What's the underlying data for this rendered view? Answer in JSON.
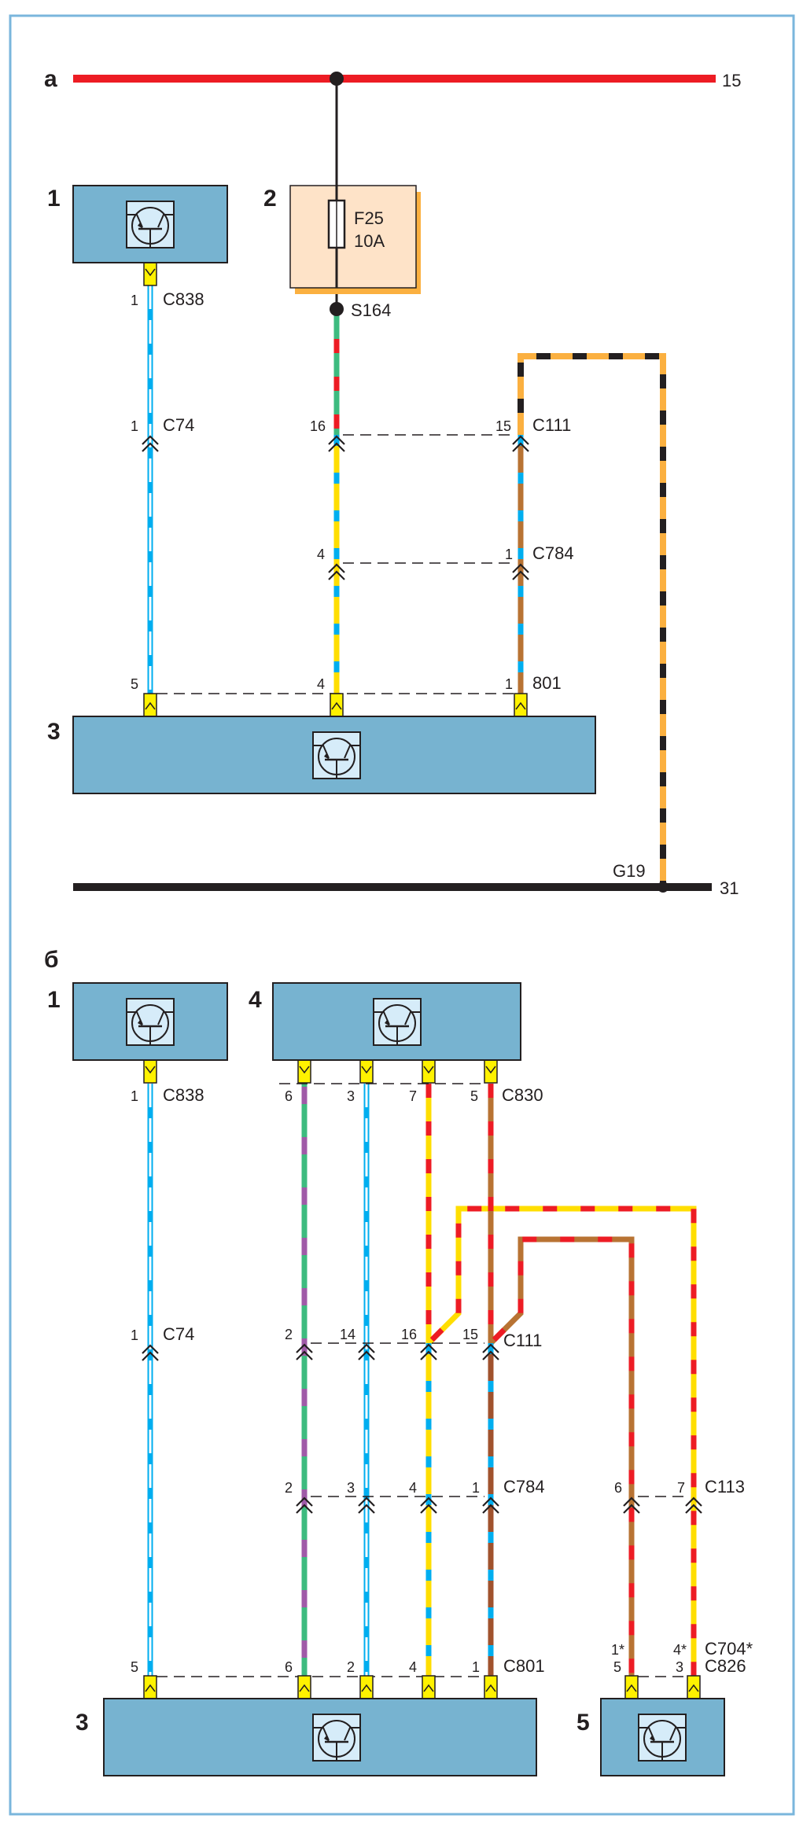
{
  "diagram": {
    "sections": [
      {
        "id": "a",
        "label": "а"
      },
      {
        "id": "b",
        "label": "б"
      }
    ],
    "colors": {
      "red": "#ed1c24",
      "black": "#231f20",
      "blue": "#00aeef",
      "white": "#ffffff",
      "green": "#3dbb7f",
      "yellow": "#ffde00",
      "brown": "#b87333",
      "dark_brown": "#a0522d",
      "orange": "#fbb040",
      "purple": "#a05aa8",
      "module_fill": "#77b3d0",
      "fuse_box_fill": "#fee3c8",
      "frame": "#7ab6dc"
    },
    "section_a": {
      "power_bus": {
        "terminal": "15",
        "color": "red"
      },
      "ground_bus": {
        "terminal": "31",
        "ground_point": "G19"
      },
      "components": [
        {
          "num": "1",
          "type": "module"
        },
        {
          "num": "2",
          "type": "fuse_box",
          "fuse": "F25",
          "rating": "10A"
        },
        {
          "num": "3",
          "type": "module"
        }
      ],
      "splice": "S164",
      "connectors": [
        {
          "name": "C838",
          "pins": [
            "1"
          ]
        },
        {
          "name": "C74",
          "pins": [
            "1"
          ]
        },
        {
          "name": "C111",
          "pins": [
            "16",
            "15"
          ]
        },
        {
          "name": "C784",
          "pins": [
            "4",
            "1"
          ]
        },
        {
          "name": "801",
          "pins": [
            "5",
            "4",
            "1"
          ]
        }
      ],
      "wires": [
        {
          "colors": [
            "blue",
            "white"
          ],
          "from": "1:C838",
          "to": "3:801/5"
        },
        {
          "colors": [
            "green",
            "red"
          ],
          "from": "S164",
          "to": "C111/16"
        },
        {
          "colors": [
            "yellow",
            "blue"
          ],
          "from": "C111/16",
          "to": "3:801/4"
        },
        {
          "colors": [
            "orange",
            "black"
          ],
          "from": "C111/15",
          "to": "G19"
        },
        {
          "colors": [
            "brown",
            "blue"
          ],
          "from": "C111/15",
          "to": "3:801/1"
        }
      ]
    },
    "section_b": {
      "components": [
        {
          "num": "1",
          "type": "module"
        },
        {
          "num": "4",
          "type": "module"
        },
        {
          "num": "3",
          "type": "module"
        },
        {
          "num": "5",
          "type": "module"
        }
      ],
      "connectors": [
        {
          "name": "C838",
          "pins": [
            "1"
          ]
        },
        {
          "name": "C830",
          "pins": [
            "6",
            "3",
            "7",
            "5"
          ]
        },
        {
          "name": "C74",
          "pins": [
            "1"
          ]
        },
        {
          "name": "C111",
          "pins": [
            "2",
            "14",
            "16",
            "15"
          ]
        },
        {
          "name": "C784",
          "pins": [
            "2",
            "3",
            "4",
            "1"
          ]
        },
        {
          "name": "C113",
          "pins": [
            "6",
            "7"
          ]
        },
        {
          "name": "C801",
          "pins": [
            "5",
            "6",
            "2",
            "4",
            "1"
          ]
        },
        {
          "name": "C704*",
          "pins": [
            "1*",
            "4*"
          ]
        },
        {
          "name": "C826",
          "pins": [
            "5",
            "3"
          ]
        }
      ],
      "wires": [
        {
          "colors": [
            "blue",
            "white"
          ],
          "from": "1:C838/1",
          "to": "3:C801/5"
        },
        {
          "colors": [
            "green",
            "purple"
          ],
          "from": "4:C830/6",
          "to": "3:C801/6"
        },
        {
          "colors": [
            "blue",
            "white"
          ],
          "from": "4:C830/3",
          "to": "3:C801/2"
        },
        {
          "colors": [
            "red",
            "yellow"
          ],
          "from": "4:C830/7",
          "to": "C113/7"
        },
        {
          "colors": [
            "yellow",
            "blue"
          ],
          "from": "C111/16",
          "to": "3:C801/4"
        },
        {
          "colors": [
            "brown",
            "red"
          ],
          "from": "4:C830/5",
          "to": "C113/6"
        },
        {
          "colors": [
            "dark_brown",
            "blue"
          ],
          "from": "C111/15",
          "to": "3:C801/1"
        },
        {
          "colors": [
            "brown",
            "red"
          ],
          "from": "C113/6",
          "to": "5:C826/5"
        },
        {
          "colors": [
            "yellow",
            "red"
          ],
          "from": "C113/7",
          "to": "5:C826/3"
        }
      ]
    }
  }
}
